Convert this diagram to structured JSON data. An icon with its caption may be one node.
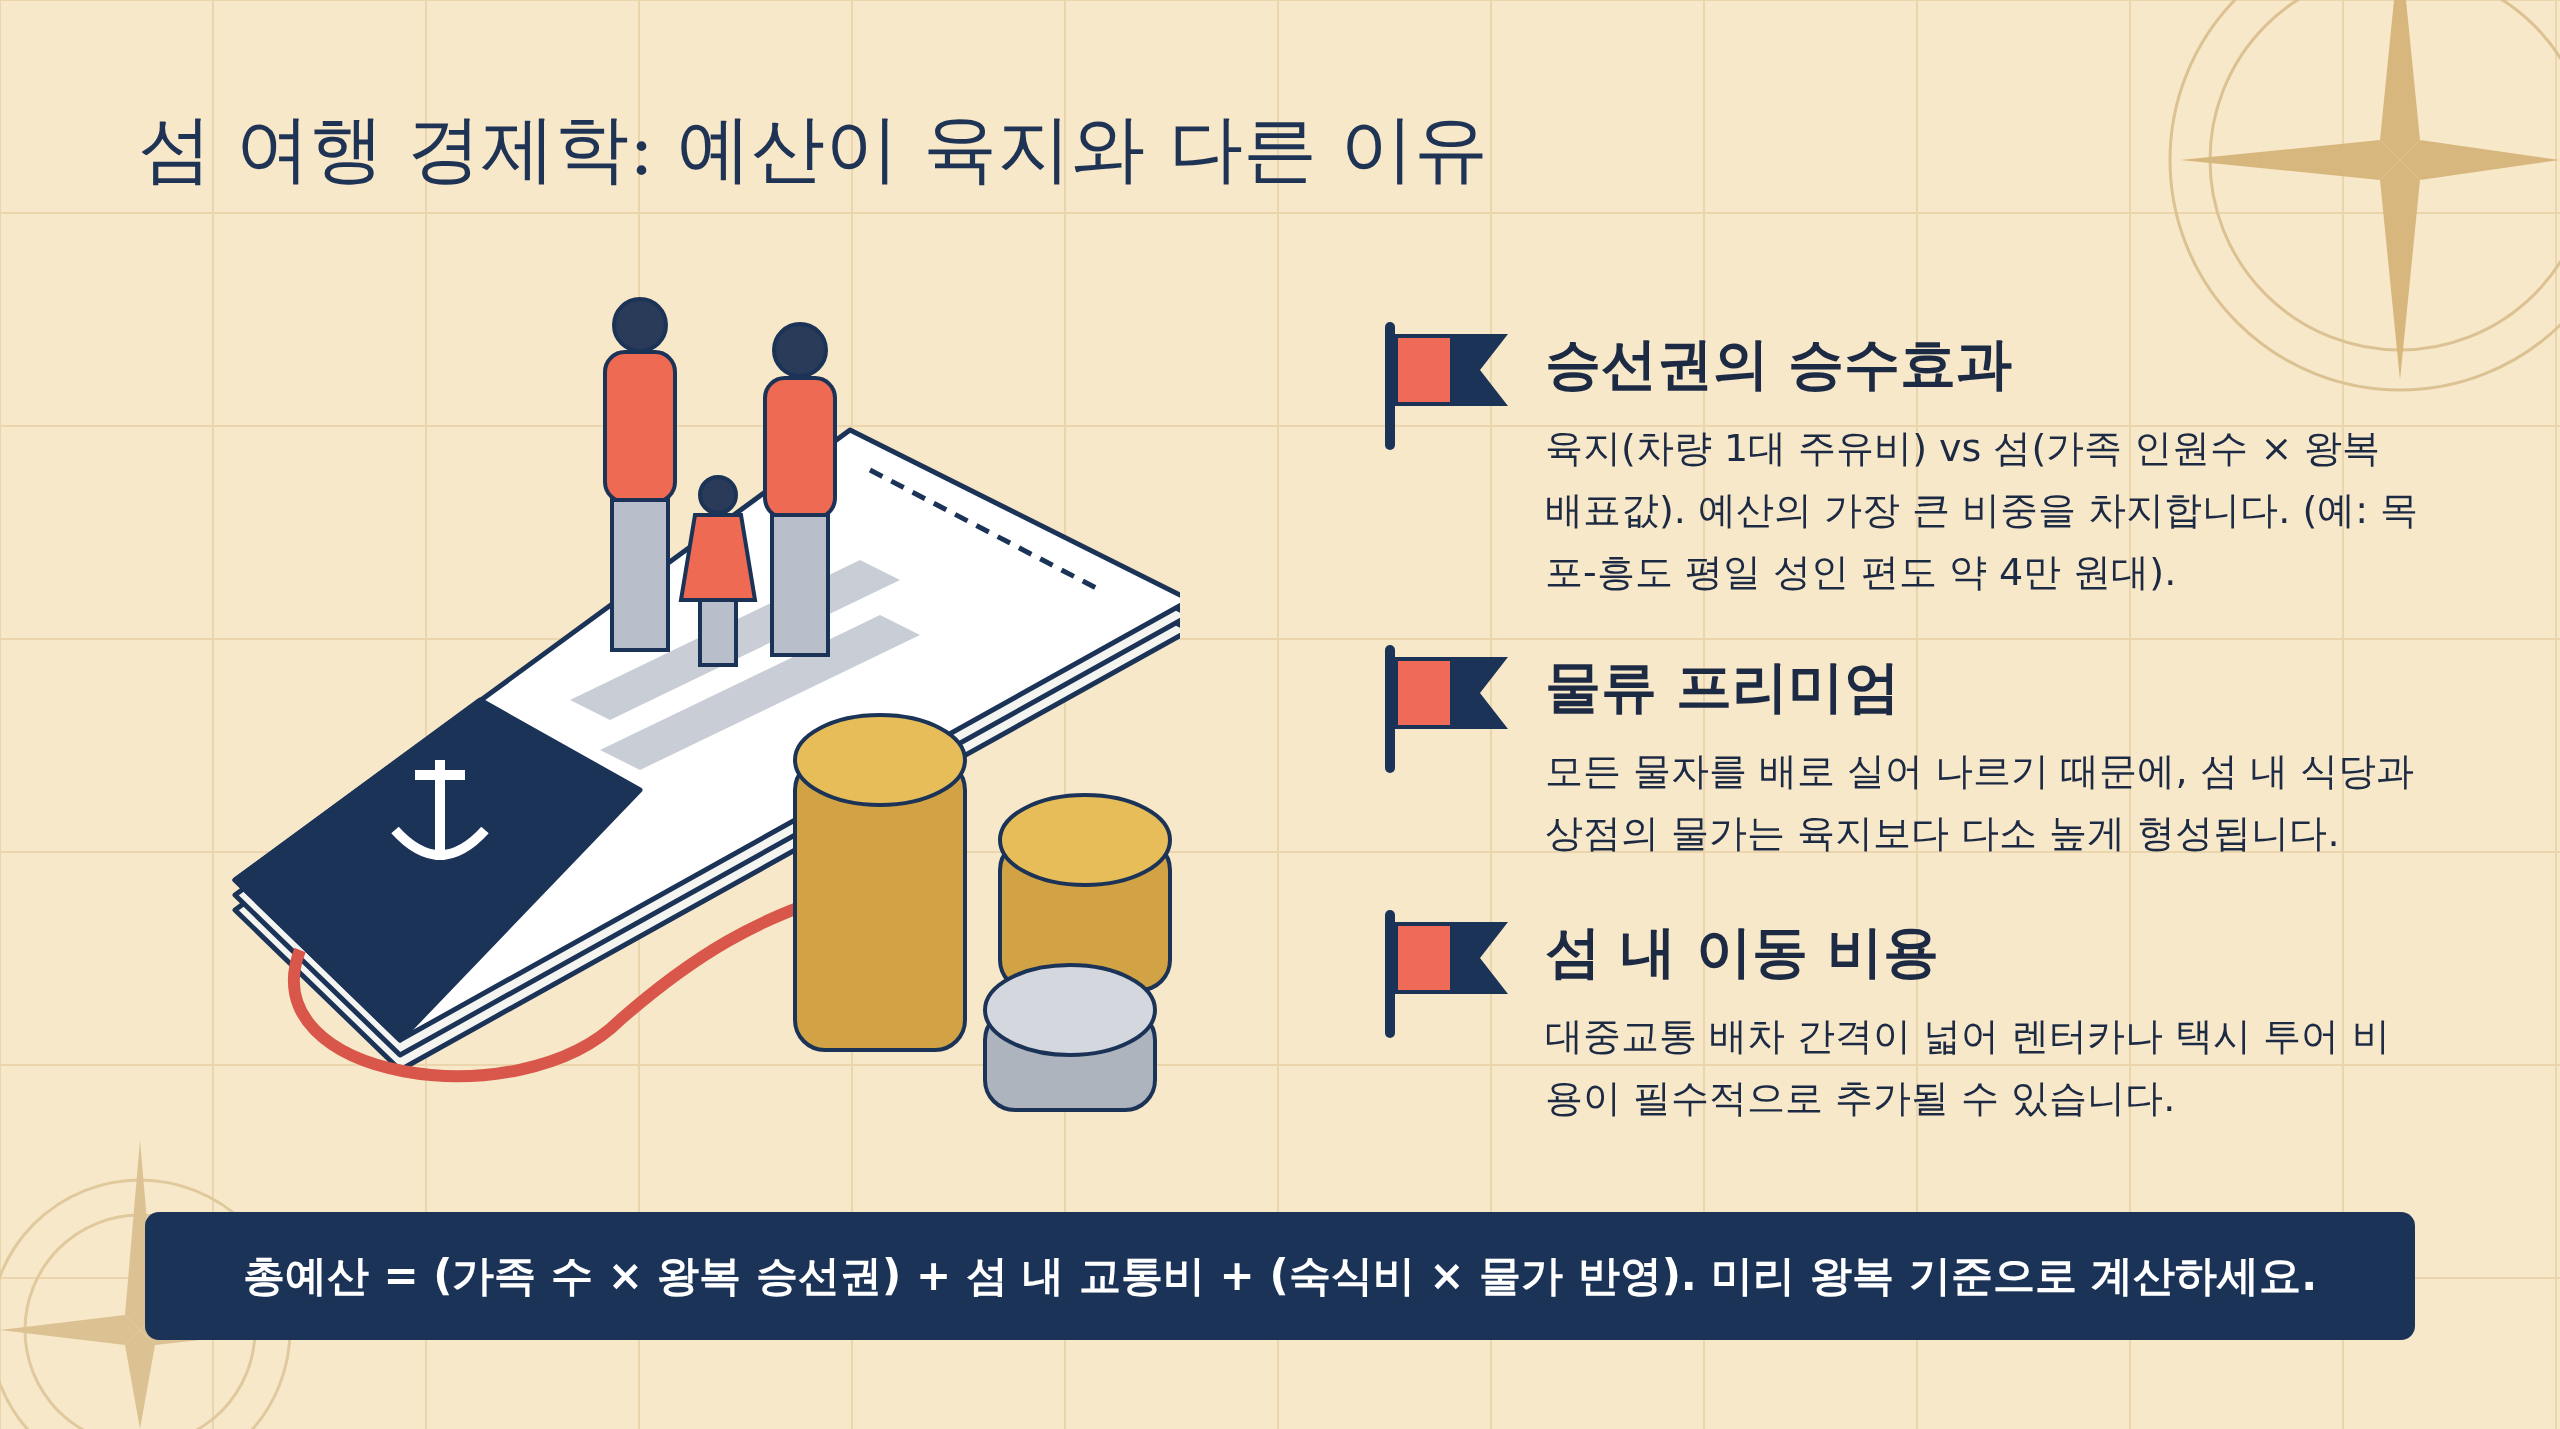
{
  "diagram": {
    "title": "섬 여행 경제학: 예산이 육지와 다른 이유",
    "nodes": [
      {
        "text": [
          "총예산 = (가족 수 × 왕복 승선권) + 섬 내 교통비 + (숙식비 × 물가 반영). 미리 왕복 기준으로 계산하세요."
        ]
      }
    ],
    "labels": [
      "승선권의 승수효과",
      "육지(차량 1대 주유비) vs 섬(가족 인원수 × 왕복 배표값). 예산의 가장 큰 비중을 차지합니다. (예: 목포-흥도 평일 성인 편도 약 4만 원대).",
      "물류 프리미엄",
      "모든 물자를 배로 실어 나르기 때문에, 섬 내 식당과 상점의 물가는 육지보다 다소 높게 형성됩니다.",
      "섬 내 이동 비용",
      "대중교통 배차 간격이 넓어 렌터카나 택시 투어 비용이 필수적으로 추가될 수 있습니다."
    ]
  }
}
